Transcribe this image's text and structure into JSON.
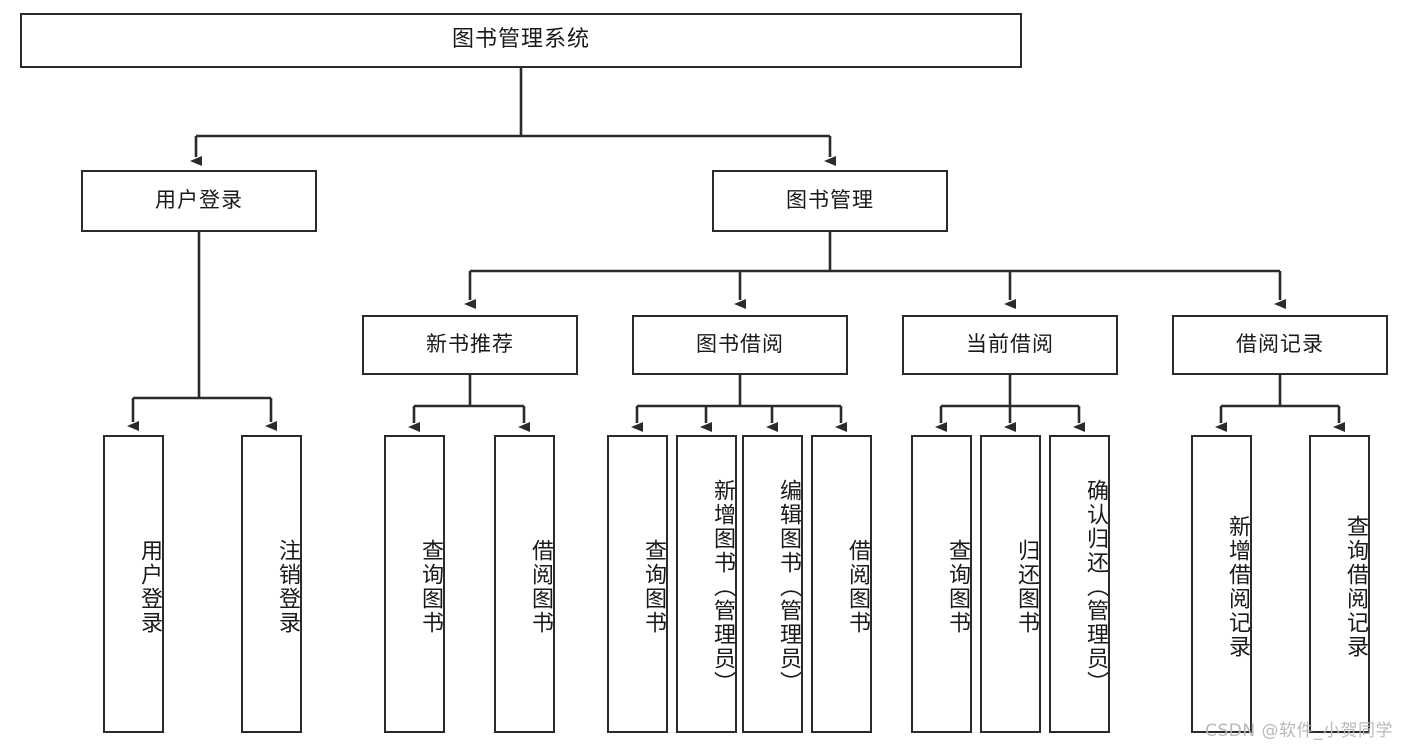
{
  "diagram": {
    "type": "tree",
    "title": "图书管理系统",
    "root": {
      "label": "图书管理系统"
    },
    "level2": [
      {
        "id": "user-login",
        "label": "用户登录"
      },
      {
        "id": "book-manage",
        "label": "图书管理"
      }
    ],
    "level3": [
      {
        "id": "new-book-recommend",
        "label": "新书推荐",
        "parent": "book-manage"
      },
      {
        "id": "book-borrow",
        "label": "图书借阅",
        "parent": "book-manage"
      },
      {
        "id": "current-borrow",
        "label": "当前借阅",
        "parent": "book-manage"
      },
      {
        "id": "borrow-record",
        "label": "借阅记录",
        "parent": "book-manage"
      }
    ],
    "leaves": [
      {
        "id": "leaf-user-login",
        "label": "用户登录",
        "parent": "user-login"
      },
      {
        "id": "leaf-user-logout",
        "label": "注销登录",
        "parent": "user-login"
      },
      {
        "id": "leaf-query-book-1",
        "label": "查询图书",
        "parent": "new-book-recommend"
      },
      {
        "id": "leaf-borrow-book-1",
        "label": "借阅图书",
        "parent": "new-book-recommend"
      },
      {
        "id": "leaf-query-book-2",
        "label": "查询图书",
        "parent": "book-borrow"
      },
      {
        "id": "leaf-add-book",
        "label": "新增图书（管理员）",
        "parent": "book-borrow"
      },
      {
        "id": "leaf-edit-book",
        "label": "编辑图书（管理员）",
        "parent": "book-borrow"
      },
      {
        "id": "leaf-borrow-book-2",
        "label": "借阅图书",
        "parent": "book-borrow"
      },
      {
        "id": "leaf-query-book-3",
        "label": "查询图书",
        "parent": "current-borrow"
      },
      {
        "id": "leaf-return-book",
        "label": "归还图书",
        "parent": "current-borrow"
      },
      {
        "id": "leaf-confirm-return",
        "label": "确认归还（管理员）",
        "parent": "current-borrow"
      },
      {
        "id": "leaf-add-record",
        "label": "新增借阅记录",
        "parent": "borrow-record"
      },
      {
        "id": "leaf-query-record",
        "label": "查询借阅记录",
        "parent": "borrow-record"
      }
    ]
  },
  "watermark": {
    "text": "CSDN @软件_小贺同学"
  },
  "colors": {
    "box_border": "#2b2b2b",
    "box_fill": "#ffffff",
    "line": "#2b2b2b",
    "text": "#1a1a1a",
    "watermark": "#b9b9b9",
    "background": "#ffffff"
  }
}
